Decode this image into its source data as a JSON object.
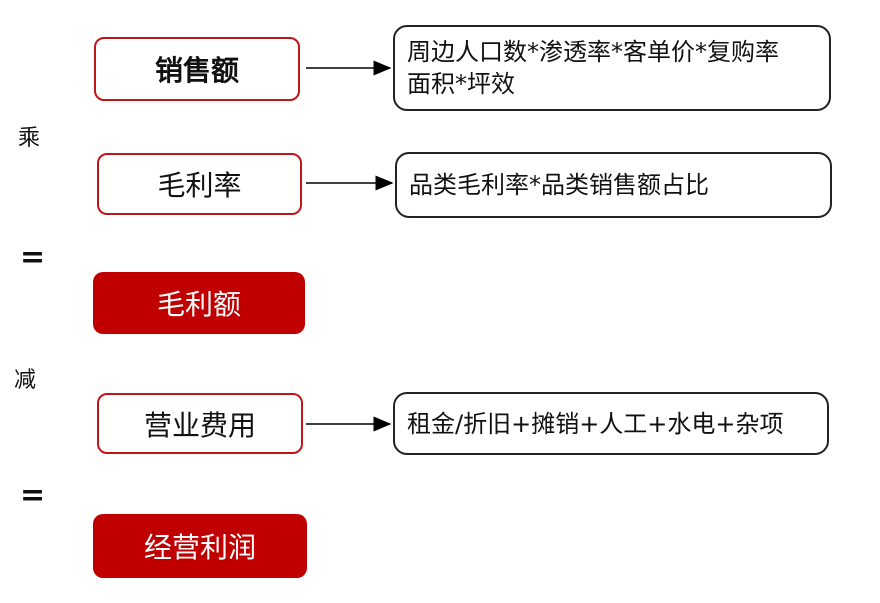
{
  "rows": {
    "sales": {
      "label": "销售额",
      "detail_line1": "周边人口数*渗透率*客单价*复购率",
      "detail_line2": "面积*坪效"
    },
    "gross_margin": {
      "label": "毛利率",
      "detail_line1": "品类毛利率*品类销售额占比"
    },
    "gross_profit": {
      "label": "毛利额"
    },
    "operating_expense": {
      "label": "营业费用",
      "detail_line1": "租金/折旧+摊销+人工+水电+杂项"
    },
    "operating_profit": {
      "label": "经营利润"
    }
  },
  "operators": {
    "multiply": "乘",
    "equals_1": "=",
    "subtract": "减",
    "equals_2": "="
  },
  "colors": {
    "accent_red": "#c00000",
    "outline_red": "#c0161a"
  }
}
